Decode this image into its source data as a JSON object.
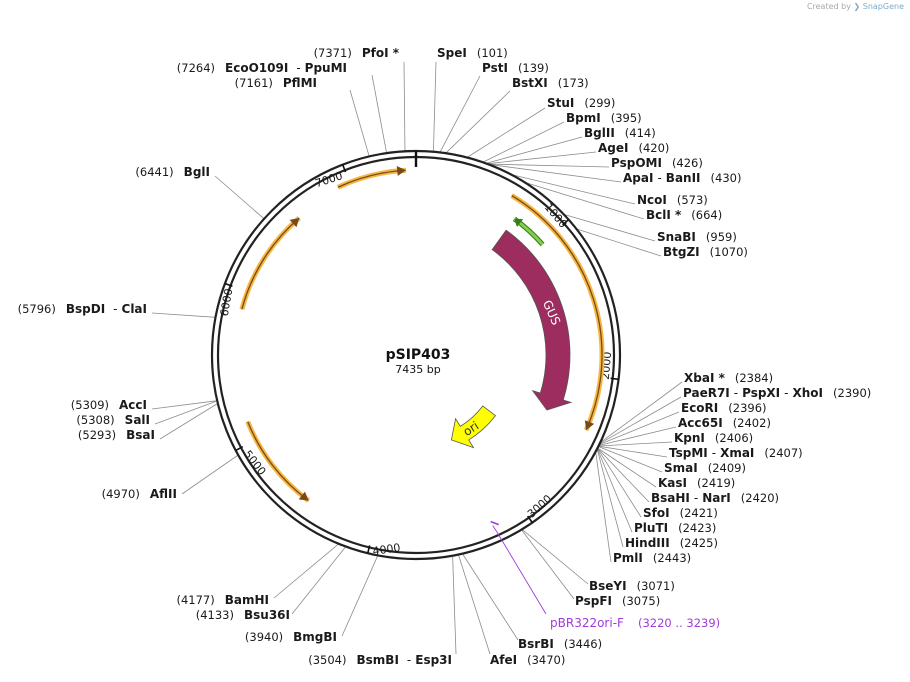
{
  "credit": {
    "prefix": "Created by",
    "brand": "SnapGene"
  },
  "plasmid": {
    "name": "pSIP403",
    "size_label": "7435 bp",
    "length": 7435
  },
  "scale_ticks": [
    "1000",
    "2000",
    "3000",
    "4000",
    "5000",
    "6000",
    "7000"
  ],
  "colors": {
    "gus": "#9c2d5e",
    "ori": "#ffff00",
    "orf": "#f5b642",
    "orf_inner": "#7a4a16",
    "green": "#7fd145",
    "primer": "#a03cd8",
    "backbone": "#222222"
  },
  "features": [
    {
      "name": "GUS",
      "start": 740,
      "end": 2330,
      "color": "#9c2d5e"
    },
    {
      "name": "ori",
      "start": 2630,
      "end": 3250,
      "color": "#ffff00"
    }
  ],
  "primer": {
    "name": "pBR322ori-F",
    "range": "(3220 .. 3239)",
    "start": 3220,
    "end": 3239
  },
  "sites": [
    {
      "parts": [
        "PfoI *"
      ],
      "pos": "(7371)"
    },
    {
      "parts": [
        "EcoO109I",
        "PpuMI"
      ],
      "pos": "(7264)"
    },
    {
      "parts": [
        "PflMI"
      ],
      "pos": "(7161)"
    },
    {
      "parts": [
        "SpeI"
      ],
      "pos": "(101)"
    },
    {
      "parts": [
        "PstI"
      ],
      "pos": "(139)"
    },
    {
      "parts": [
        "BstXI"
      ],
      "pos": "(173)"
    },
    {
      "parts": [
        "StuI"
      ],
      "pos": "(299)"
    },
    {
      "parts": [
        "BpmI"
      ],
      "pos": "(395)"
    },
    {
      "parts": [
        "BglII"
      ],
      "pos": "(414)"
    },
    {
      "parts": [
        "AgeI"
      ],
      "pos": "(420)"
    },
    {
      "parts": [
        "PspOMI"
      ],
      "pos": "(426)"
    },
    {
      "parts": [
        "ApaI",
        "BanII"
      ],
      "pos": "(430)"
    },
    {
      "parts": [
        "NcoI"
      ],
      "pos": "(573)"
    },
    {
      "parts": [
        "BclI *"
      ],
      "pos": "(664)"
    },
    {
      "parts": [
        "SnaBI"
      ],
      "pos": "(959)"
    },
    {
      "parts": [
        "BtgZI"
      ],
      "pos": "(1070)"
    },
    {
      "parts": [
        "BglI"
      ],
      "pos": "(6441)"
    },
    {
      "parts": [
        "BspDI",
        "ClaI"
      ],
      "pos": "(5796)"
    },
    {
      "parts": [
        "AccI"
      ],
      "pos": "(5309)"
    },
    {
      "parts": [
        "SalI"
      ],
      "pos": "(5308)"
    },
    {
      "parts": [
        "BsaI"
      ],
      "pos": "(5293)"
    },
    {
      "parts": [
        "AflII"
      ],
      "pos": "(4970)"
    },
    {
      "parts": [
        "BamHI"
      ],
      "pos": "(4177)"
    },
    {
      "parts": [
        "Bsu36I"
      ],
      "pos": "(4133)"
    },
    {
      "parts": [
        "BmgBI"
      ],
      "pos": "(3940)"
    },
    {
      "parts": [
        "BsmBI",
        "Esp3I"
      ],
      "pos": "(3504)"
    },
    {
      "parts": [
        "AfeI"
      ],
      "pos": "(3470)"
    },
    {
      "parts": [
        "BsrBI"
      ],
      "pos": "(3446)"
    },
    {
      "parts": [
        "PspFI"
      ],
      "pos": "(3075)"
    },
    {
      "parts": [
        "BseYI"
      ],
      "pos": "(3071)"
    },
    {
      "parts": [
        "XbaI *"
      ],
      "pos": "(2384)"
    },
    {
      "parts": [
        "PaeR7I",
        "PspXI",
        "XhoI"
      ],
      "pos": "(2390)"
    },
    {
      "parts": [
        "EcoRI"
      ],
      "pos": "(2396)"
    },
    {
      "parts": [
        "Acc65I"
      ],
      "pos": "(2402)"
    },
    {
      "parts": [
        "KpnI"
      ],
      "pos": "(2406)"
    },
    {
      "parts": [
        "TspMI",
        "XmaI"
      ],
      "pos": "(2407)"
    },
    {
      "parts": [
        "SmaI"
      ],
      "pos": "(2409)"
    },
    {
      "parts": [
        "KasI"
      ],
      "pos": "(2419)"
    },
    {
      "parts": [
        "BsaHI",
        "NarI"
      ],
      "pos": "(2420)"
    },
    {
      "parts": [
        "SfoI"
      ],
      "pos": "(2421)"
    },
    {
      "parts": [
        "PluTI"
      ],
      "pos": "(2423)"
    },
    {
      "parts": [
        "HindIII"
      ],
      "pos": "(2425)"
    },
    {
      "parts": [
        "PmlI"
      ],
      "pos": "(2443)"
    }
  ]
}
